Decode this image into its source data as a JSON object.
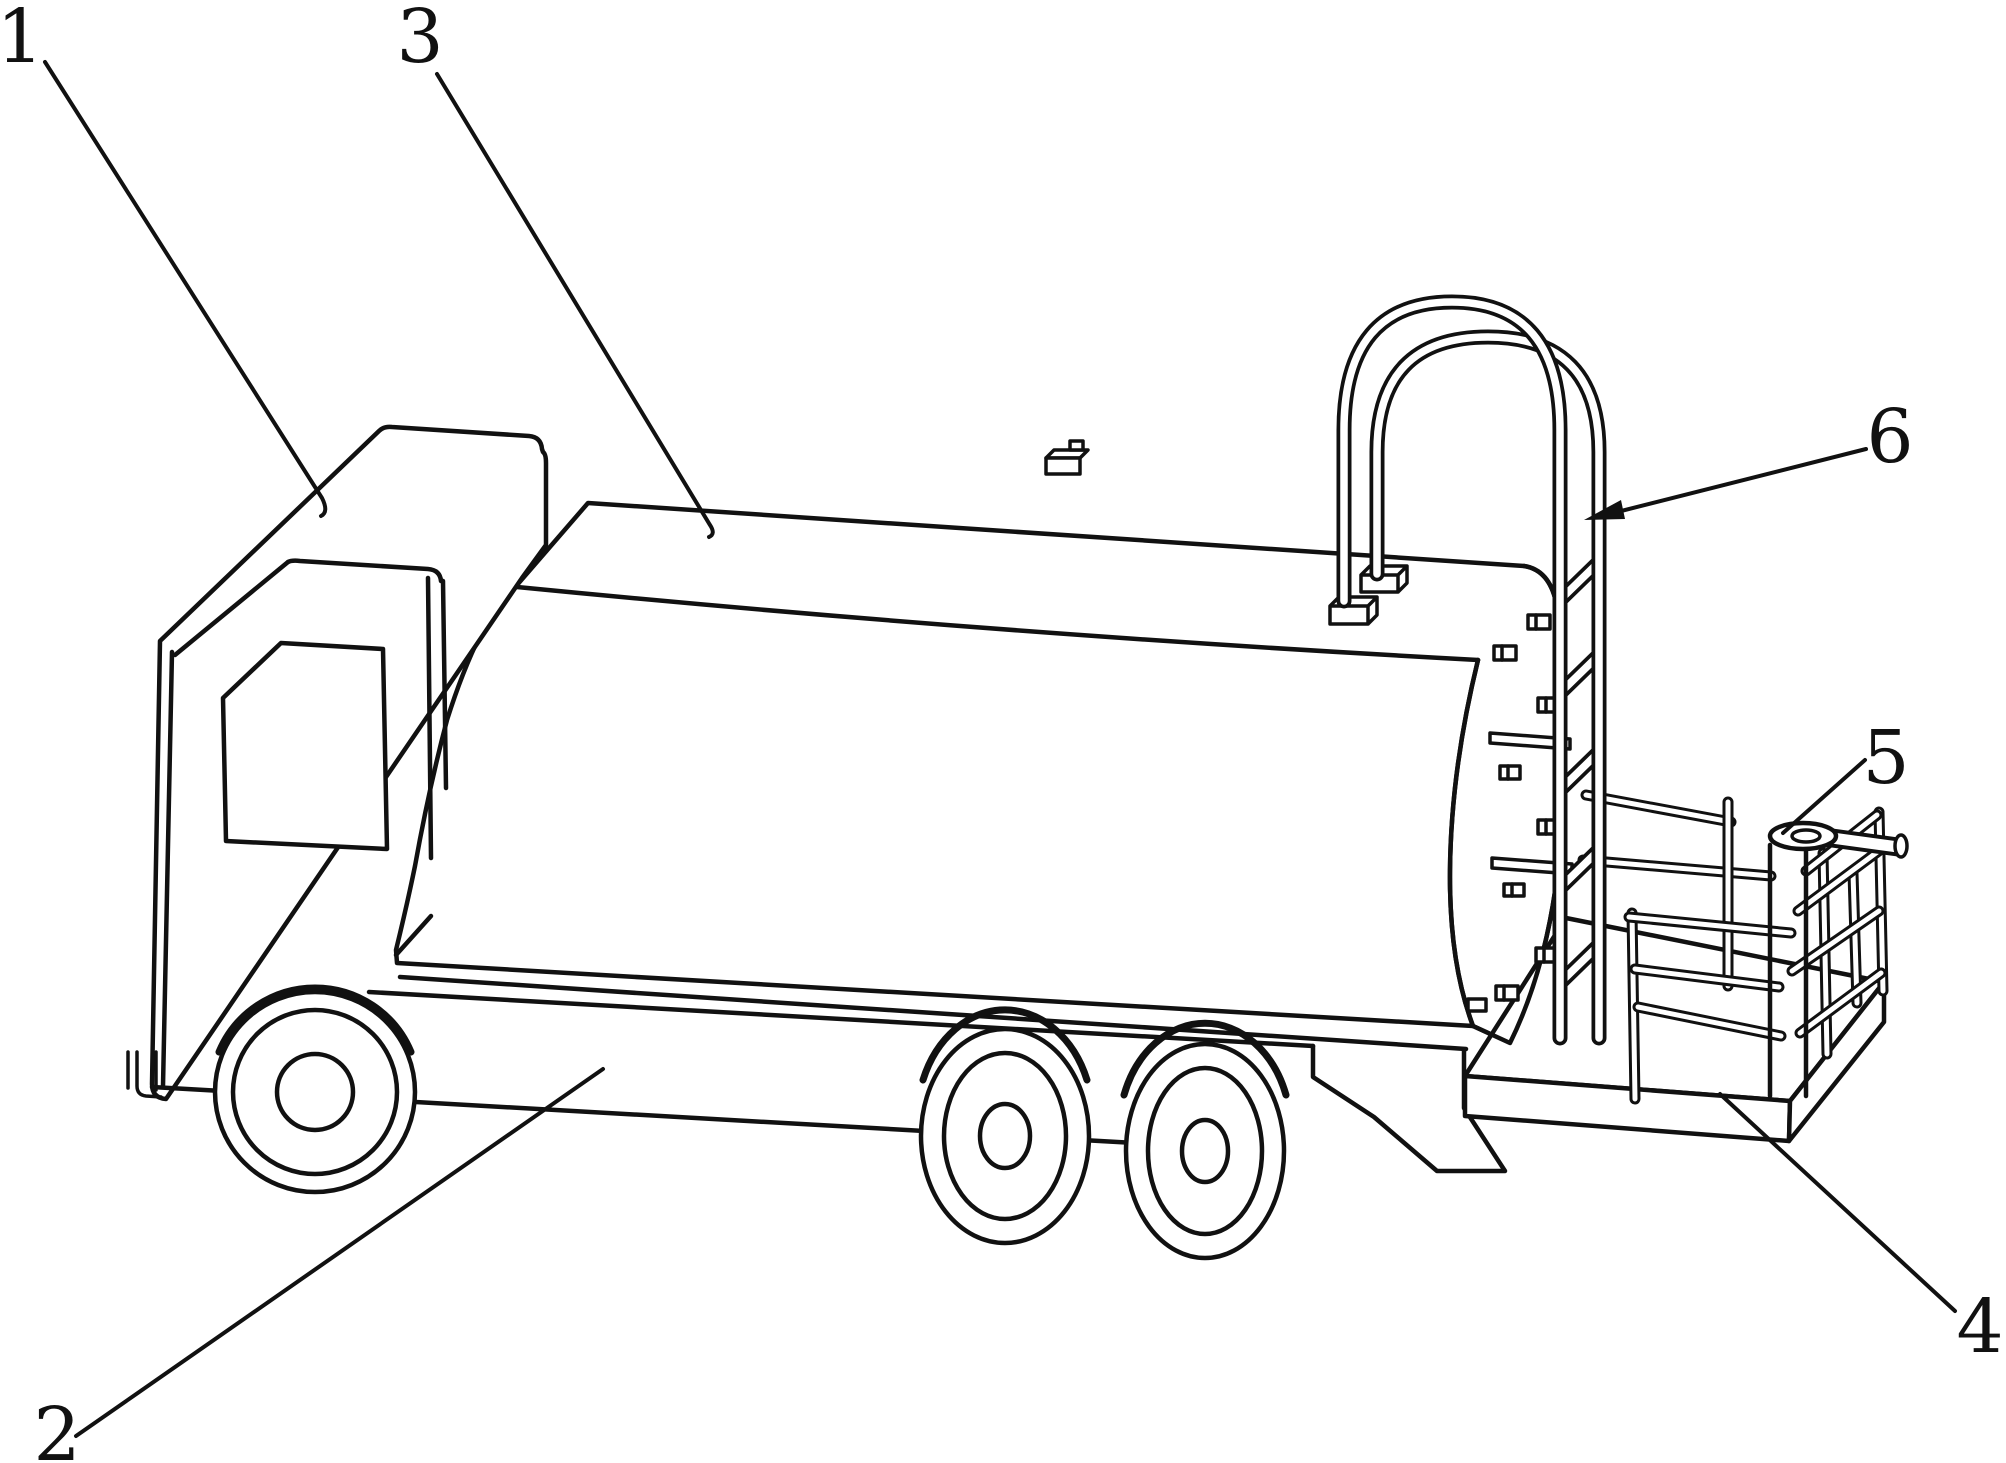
{
  "figure": {
    "background_color": "#ffffff",
    "line_color": "#111111",
    "callouts": [
      {
        "text": "1"
      },
      {
        "text": "2"
      },
      {
        "text": "3"
      },
      {
        "text": "4"
      },
      {
        "text": "5"
      },
      {
        "text": "6"
      }
    ]
  }
}
